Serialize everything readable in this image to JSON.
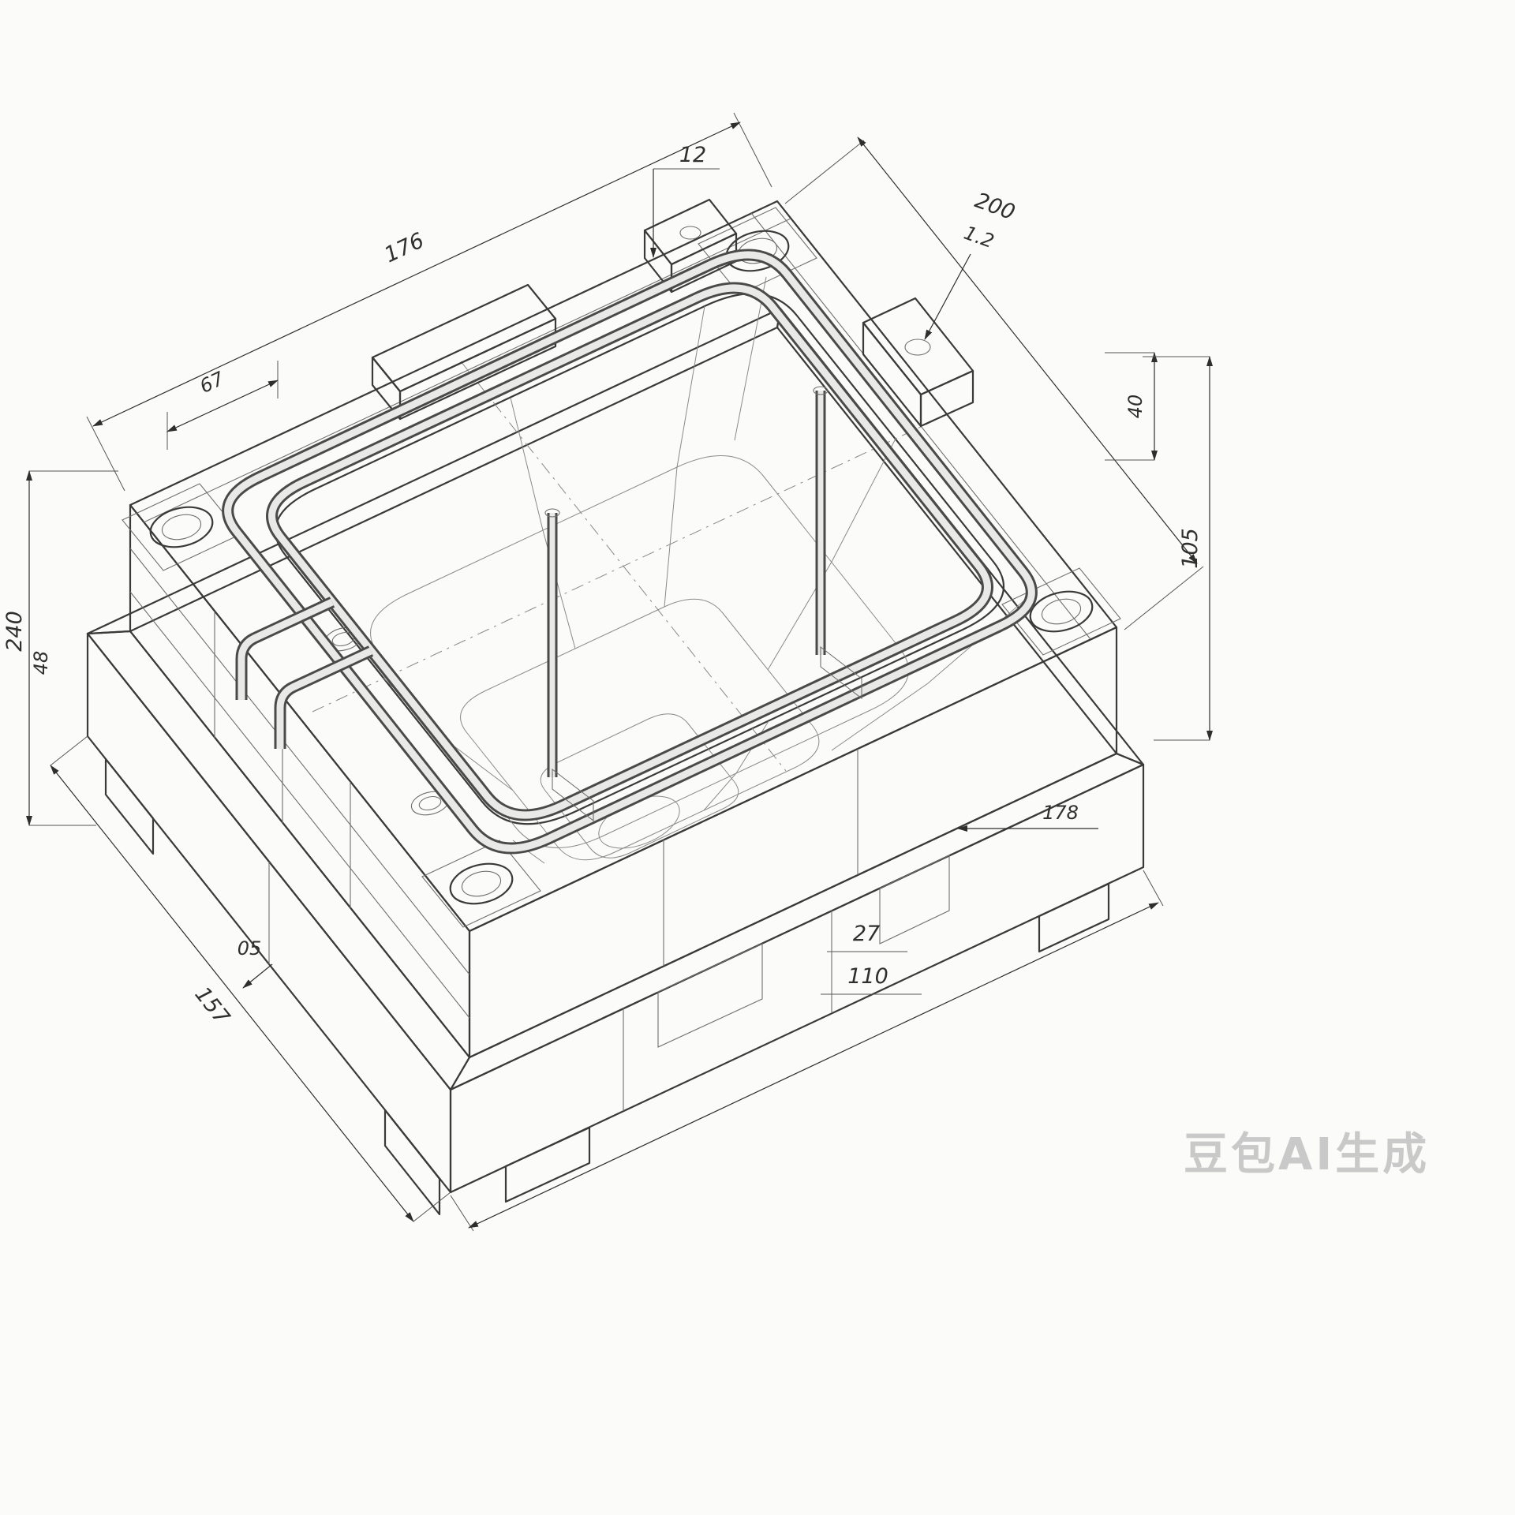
{
  "watermark": {
    "text": "豆包AI生成"
  },
  "dimensions": {
    "d176": "176",
    "d12": "12",
    "d200": "200",
    "d1_2": "1.2",
    "d67": "67",
    "d240": "240",
    "d48": "48",
    "d40": "40",
    "d105": "105",
    "d178": "178",
    "d27": "27",
    "d110": "110",
    "d05": "05",
    "d157": "157"
  },
  "colors": {
    "background": "#fbfbf9",
    "outline": "#3a3a3a",
    "dimension": "#2e2e2e",
    "fill_top": "#eceae8",
    "fill_side_light": "#d7d7d5",
    "fill_side_dark": "#c6c6c4",
    "bowl": "#f4f4f2",
    "watermark": "#c9c9c9"
  }
}
